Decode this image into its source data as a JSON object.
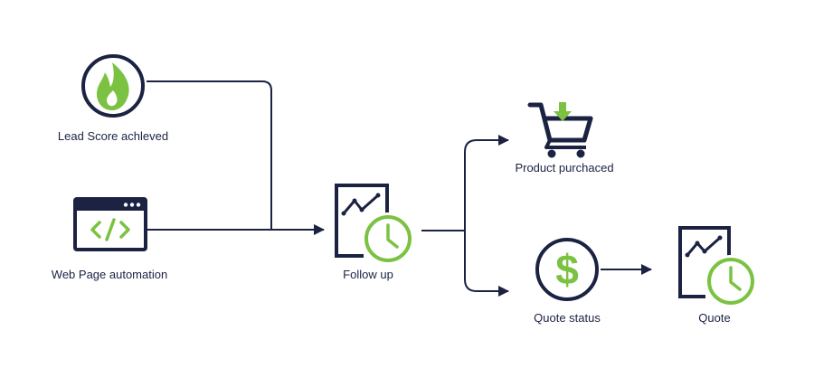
{
  "colors": {
    "navy": "#1b2242",
    "green": "#7cc242",
    "background": "#ffffff"
  },
  "nodes": {
    "lead_score": {
      "label": "Lead Score achleved",
      "icon": "flame-icon"
    },
    "web_page": {
      "label": "Web Page automation",
      "icon": "browser-code-icon"
    },
    "follow_up": {
      "label": "Follow up",
      "icon": "chart-clock-icon"
    },
    "product": {
      "label": "Product purchaced",
      "icon": "shopping-cart-icon"
    },
    "quote_status": {
      "label": "Quote status",
      "icon": "dollar-icon"
    },
    "quote": {
      "label": "Quote",
      "icon": "chart-clock-icon"
    }
  }
}
